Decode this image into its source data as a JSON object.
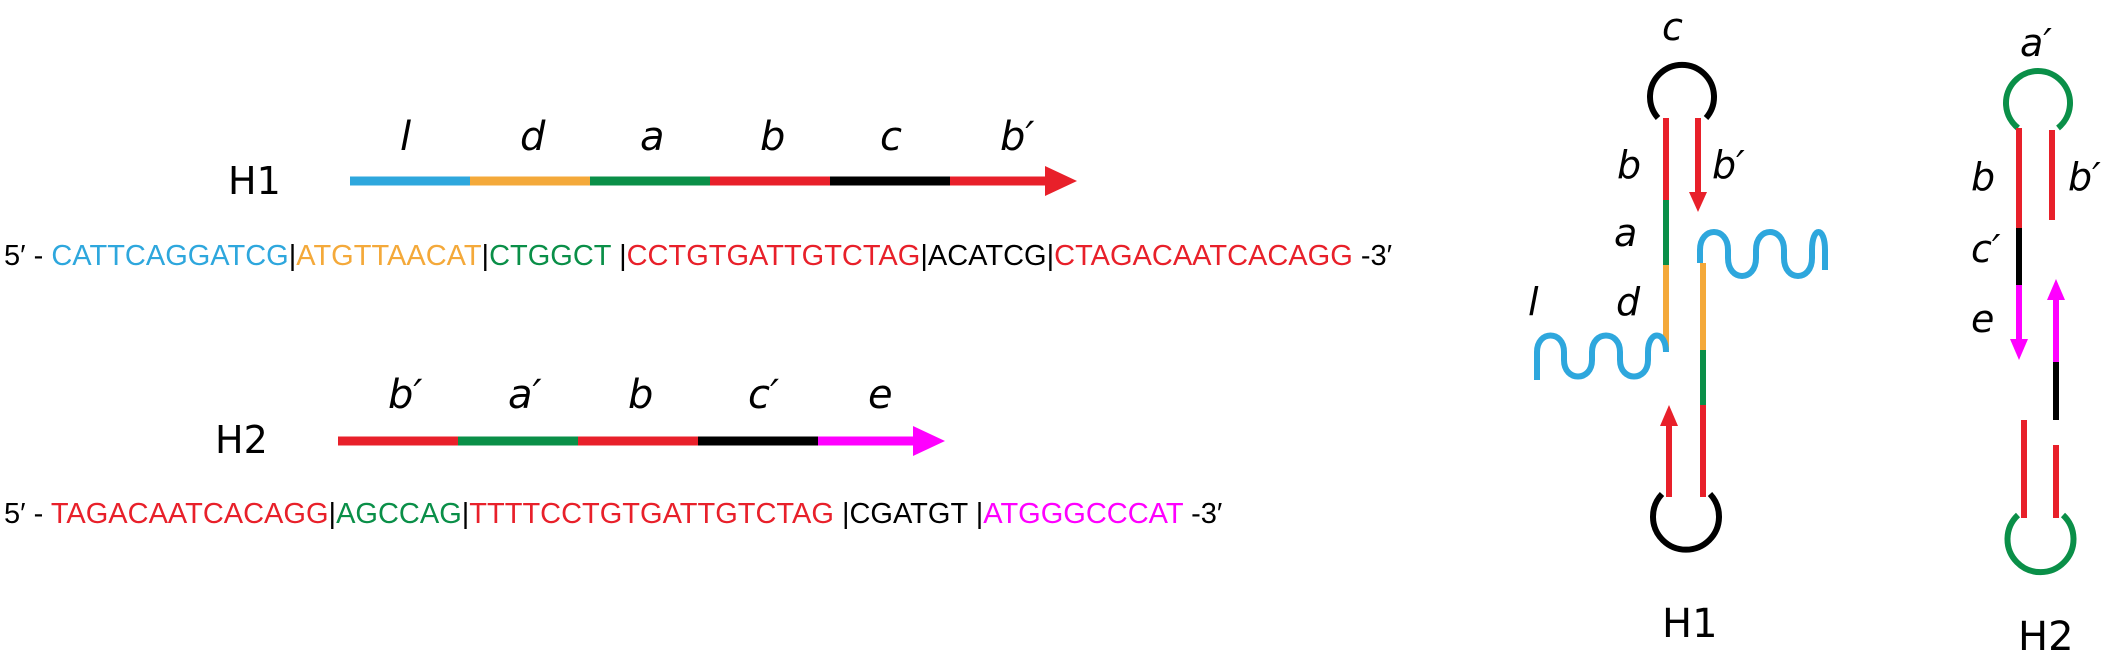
{
  "colors": {
    "l": "#2ea7dd",
    "d": "#f4a93a",
    "a": "#0a8f48",
    "b": "#e8202a",
    "c": "#000000",
    "e": "#ff00ff"
  },
  "linear": {
    "h1": {
      "name": "H1",
      "segments": [
        {
          "label": "l",
          "color_key": "l"
        },
        {
          "label": "d",
          "color_key": "d"
        },
        {
          "label": "a",
          "color_key": "a"
        },
        {
          "label": "b",
          "color_key": "b"
        },
        {
          "label": "c",
          "color_key": "c"
        },
        {
          "label": "b′",
          "color_key": "b"
        }
      ],
      "sequence": {
        "prefix": "5′ - ",
        "parts": [
          {
            "text": "CATTCAGGATCG",
            "color_key": "l"
          },
          {
            "text": "|",
            "color_key": "c"
          },
          {
            "text": "ATGTTAACAT",
            "color_key": "d"
          },
          {
            "text": "|",
            "color_key": "c"
          },
          {
            "text": "CTGGCT ",
            "color_key": "a"
          },
          {
            "text": "|",
            "color_key": "c"
          },
          {
            "text": "CCTGTGATTGTCTAG",
            "color_key": "b"
          },
          {
            "text": "|",
            "color_key": "c"
          },
          {
            "text": "ACATCG",
            "color_key": "c"
          },
          {
            "text": "|",
            "color_key": "c"
          },
          {
            "text": "CTAGACAATCACAGG",
            "color_key": "b"
          }
        ],
        "suffix": " -3′"
      }
    },
    "h2": {
      "name": "H2",
      "segments": [
        {
          "label": "b′",
          "color_key": "b"
        },
        {
          "label": "a′",
          "color_key": "a"
        },
        {
          "label": "b",
          "color_key": "b"
        },
        {
          "label": "c′",
          "color_key": "c"
        },
        {
          "label": "e",
          "color_key": "e"
        }
      ],
      "sequence": {
        "prefix": "5′ - ",
        "parts": [
          {
            "text": "TAGACAATCACAGG",
            "color_key": "b"
          },
          {
            "text": "|",
            "color_key": "c"
          },
          {
            "text": "AGCCAG",
            "color_key": "a"
          },
          {
            "text": "|",
            "color_key": "c"
          },
          {
            "text": "TTTTCCTGTGATTGTCTAG ",
            "color_key": "b"
          },
          {
            "text": "|",
            "color_key": "c"
          },
          {
            "text": "CGATGT ",
            "color_key": "c"
          },
          {
            "text": "|",
            "color_key": "c"
          },
          {
            "text": "ATGGGCCCAT",
            "color_key": "e"
          }
        ],
        "suffix": " -3′"
      }
    }
  },
  "hairpins": {
    "h1": {
      "name": "H1",
      "labels": {
        "top": "c",
        "b_left": "b",
        "b_prime": "b′",
        "a": "a",
        "d": "d",
        "l": "l"
      }
    },
    "h2": {
      "name": "H2",
      "labels": {
        "top": "a′",
        "b_left": "b",
        "b_prime": "b′",
        "c_prime": "c′",
        "e": "e"
      }
    }
  }
}
